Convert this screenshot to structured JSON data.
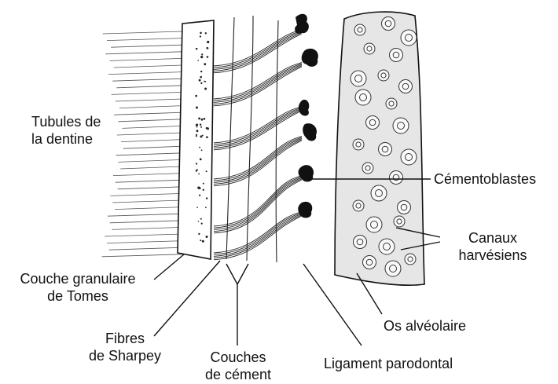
{
  "labels": {
    "tubules": [
      "Tubules de",
      "la dentine"
    ],
    "cementoblasts": "Cémentoblastes",
    "haversian": [
      "Canaux",
      "harvésiens"
    ],
    "granular": [
      "Couche granulaire",
      "de Tomes"
    ],
    "sharpey": [
      "Fibres",
      "de Sharpey"
    ],
    "cement_layers": [
      "Couches",
      "de cément"
    ],
    "alveolar_bone": "Os alvéolaire",
    "pdl": "Ligament parodontal"
  }
}
